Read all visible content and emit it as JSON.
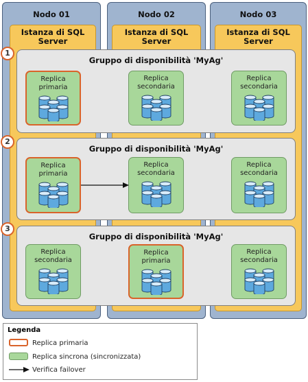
{
  "nodes": [
    {
      "title": "Nodo 01",
      "instance": [
        "Istanza di SQL",
        "Server"
      ]
    },
    {
      "title": "Nodo 02",
      "instance": [
        "Istanza di SQL",
        "Server"
      ]
    },
    {
      "title": "Nodo 03",
      "instance": [
        "Istanza di SQL",
        "Server"
      ]
    }
  ],
  "groups": [
    {
      "step": "1",
      "title": "Gruppo di disponibilità 'MyAg'",
      "replicas": [
        {
          "line1": "Replica",
          "line2": "primaria",
          "role": "primary"
        },
        {
          "line1": "Replica",
          "line2": "secondaria",
          "role": "secondary"
        },
        {
          "line1": "Replica",
          "line2": "secondaria",
          "role": "secondary"
        }
      ]
    },
    {
      "step": "2",
      "title": "Gruppo di disponibilità 'MyAg'",
      "replicas": [
        {
          "line1": "Replica",
          "line2": "primaria",
          "role": "primary"
        },
        {
          "line1": "Replica",
          "line2": "secondaria",
          "role": "secondary"
        },
        {
          "line1": "Replica",
          "line2": "secondaria",
          "role": "secondary"
        }
      ],
      "failover_arrow": {
        "from": "Nodo 01",
        "to": "Nodo 02"
      }
    },
    {
      "step": "3",
      "title": "Gruppo di disponibilità 'MyAg'",
      "replicas": [
        {
          "line1": "Replica",
          "line2": "secondaria",
          "role": "secondary"
        },
        {
          "line1": "Replica",
          "line2": "primaria",
          "role": "primary"
        },
        {
          "line1": "Replica",
          "line2": "secondaria",
          "role": "secondary"
        }
      ]
    }
  ],
  "legend": {
    "title": "Legenda",
    "items": [
      {
        "label": "Replica primaria",
        "kind": "primary-outline"
      },
      {
        "label": "Replica sincrona (sincronizzata)",
        "kind": "sync-fill"
      },
      {
        "label": "Verifica failover",
        "kind": "arrow"
      }
    ]
  },
  "colors": {
    "node": "#9fb4cf",
    "instance": "#f7c85b",
    "group": "#e6e6e6",
    "replica": "#a8d79a",
    "primary_outline": "#d9632a",
    "database": "#5ea9de"
  }
}
